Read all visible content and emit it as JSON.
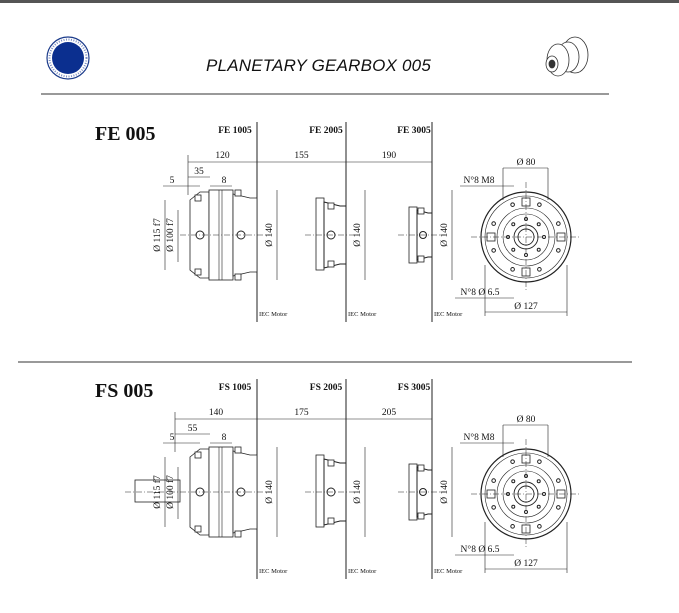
{
  "header": {
    "title": "PLANETARY GEARBOX 005",
    "logo_icon": "company-seal-logo",
    "product_icon": "gearbox-illustration"
  },
  "sections": [
    {
      "title": "FE 005",
      "models": [
        "FE 1005",
        "FE 2005",
        "FE 3005"
      ],
      "lengths": [
        "120",
        "155",
        "190"
      ],
      "small_dims": [
        "5",
        "35",
        "8"
      ],
      "diam_outer": "Ø 115 f7",
      "diam_inner": "Ø 100 f7",
      "diam_body": "Ø 140",
      "motor_label": "IEC Motor",
      "front": {
        "bolt_thread": "N°8 M8",
        "pilot": "Ø 80",
        "holes": "N°8 Ø 6.5",
        "pcd": "Ø 127"
      }
    },
    {
      "title": "FS 005",
      "models": [
        "FS 1005",
        "FS 2005",
        "FS 3005"
      ],
      "lengths": [
        "140",
        "175",
        "205"
      ],
      "small_dims": [
        "5",
        "55",
        "8"
      ],
      "diam_outer": "Ø 115 f7",
      "diam_inner": "Ø 100 f7",
      "diam_body": "Ø 140",
      "motor_label": "IEC Motor",
      "front": {
        "bolt_thread": "N°8 M8",
        "pilot": "Ø 80",
        "holes": "N°8 Ø 6.5",
        "pcd": "Ø 127"
      }
    }
  ]
}
